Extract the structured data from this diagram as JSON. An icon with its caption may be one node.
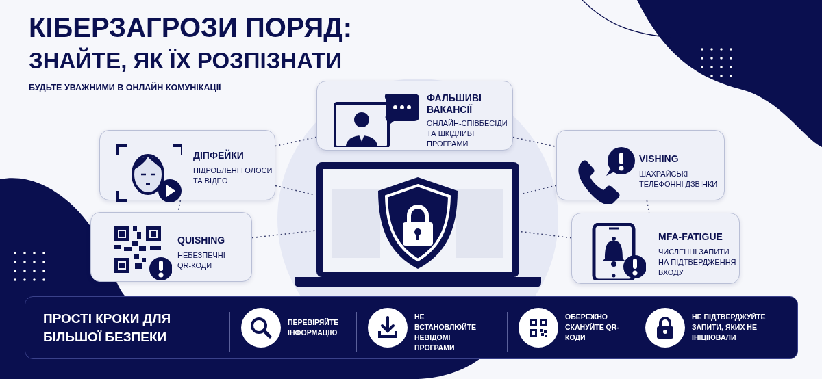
{
  "diagram": {
    "title": "КІБЕРЗАГРОЗИ ПОРЯД:",
    "nodes": [
      {
        "text": [],
        "shape": "picture"
      },
      {
        "text": [
          "ФАЛЬШИВІ ВАКАНСІЇ",
          "ОНЛАЙН-СПІВБЕСІДИ ТА ШКІДЛИВІ ПРОГРАМИ"
        ]
      },
      {
        "text": [
          "ДІПФЕЙКИ",
          "ПІДРОБЛЕНІ ГОЛОСИ ТА ВІДЕО"
        ]
      },
      {
        "text": [
          "VISHING",
          "ШАХРАЙСЬКІ ТЕЛЕФОННІ ДЗВІНКИ"
        ]
      },
      {
        "text": [
          "QUISHING",
          "НЕБЕЗПЕЧНІ QR-КОДИ"
        ]
      },
      {
        "text": [
          "MFA-FATIGUE",
          "ЧИСЛЕННІ ЗАПИТИ НА ПІДТВЕРДЖЕННЯ ВХОДУ"
        ]
      },
      {
        "text": [
          "ПРОСТІ КРОКИ ДЛЯ БІЛЬШОЇ БЕЗПЕКИ",
          "ПЕРЕВІРЯЙТЕ ІНФОРМАЦІЮ",
          "НЕ ВСТАНОВЛЮЙТЕ НЕВІДОМІ ПРОГРАМИ",
          "ОБЕРЕЖНО СКАНУЙТЕ QR-КОДИ",
          "НЕ ПІДТВЕРДЖУЙТЕ ЗАПИТИ, ЯКИХ НЕ ІНІЦІЮВАЛИ"
        ]
      }
    ],
    "edges": [
      {
        "from": 1,
        "to": 2,
        "arrow": "none",
        "style": "dashed"
      },
      {
        "from": 1,
        "to": 3,
        "arrow": "none",
        "style": "dashed"
      },
      {
        "from": 2,
        "to": 0,
        "arrow": "none",
        "style": "dashed"
      },
      {
        "from": 2,
        "to": 4,
        "arrow": "none",
        "style": "dashed"
      },
      {
        "from": 4,
        "to": 0,
        "arrow": "none",
        "style": "dashed"
      },
      {
        "from": 3,
        "to": 0,
        "arrow": "none",
        "style": "dashed"
      },
      {
        "from": 3,
        "to": 5,
        "arrow": "none",
        "style": "dashed"
      },
      {
        "from": 5,
        "to": 0,
        "arrow": "none",
        "style": "dashed"
      }
    ],
    "labels": [
      "ЗНАЙТЕ, ЯК ЇХ РОЗПІЗНАТИ",
      "БУДЬТЕ УВАЖНИМИ В ОНЛАЙН КОМУНІКАЦІЇ"
    ]
  }
}
